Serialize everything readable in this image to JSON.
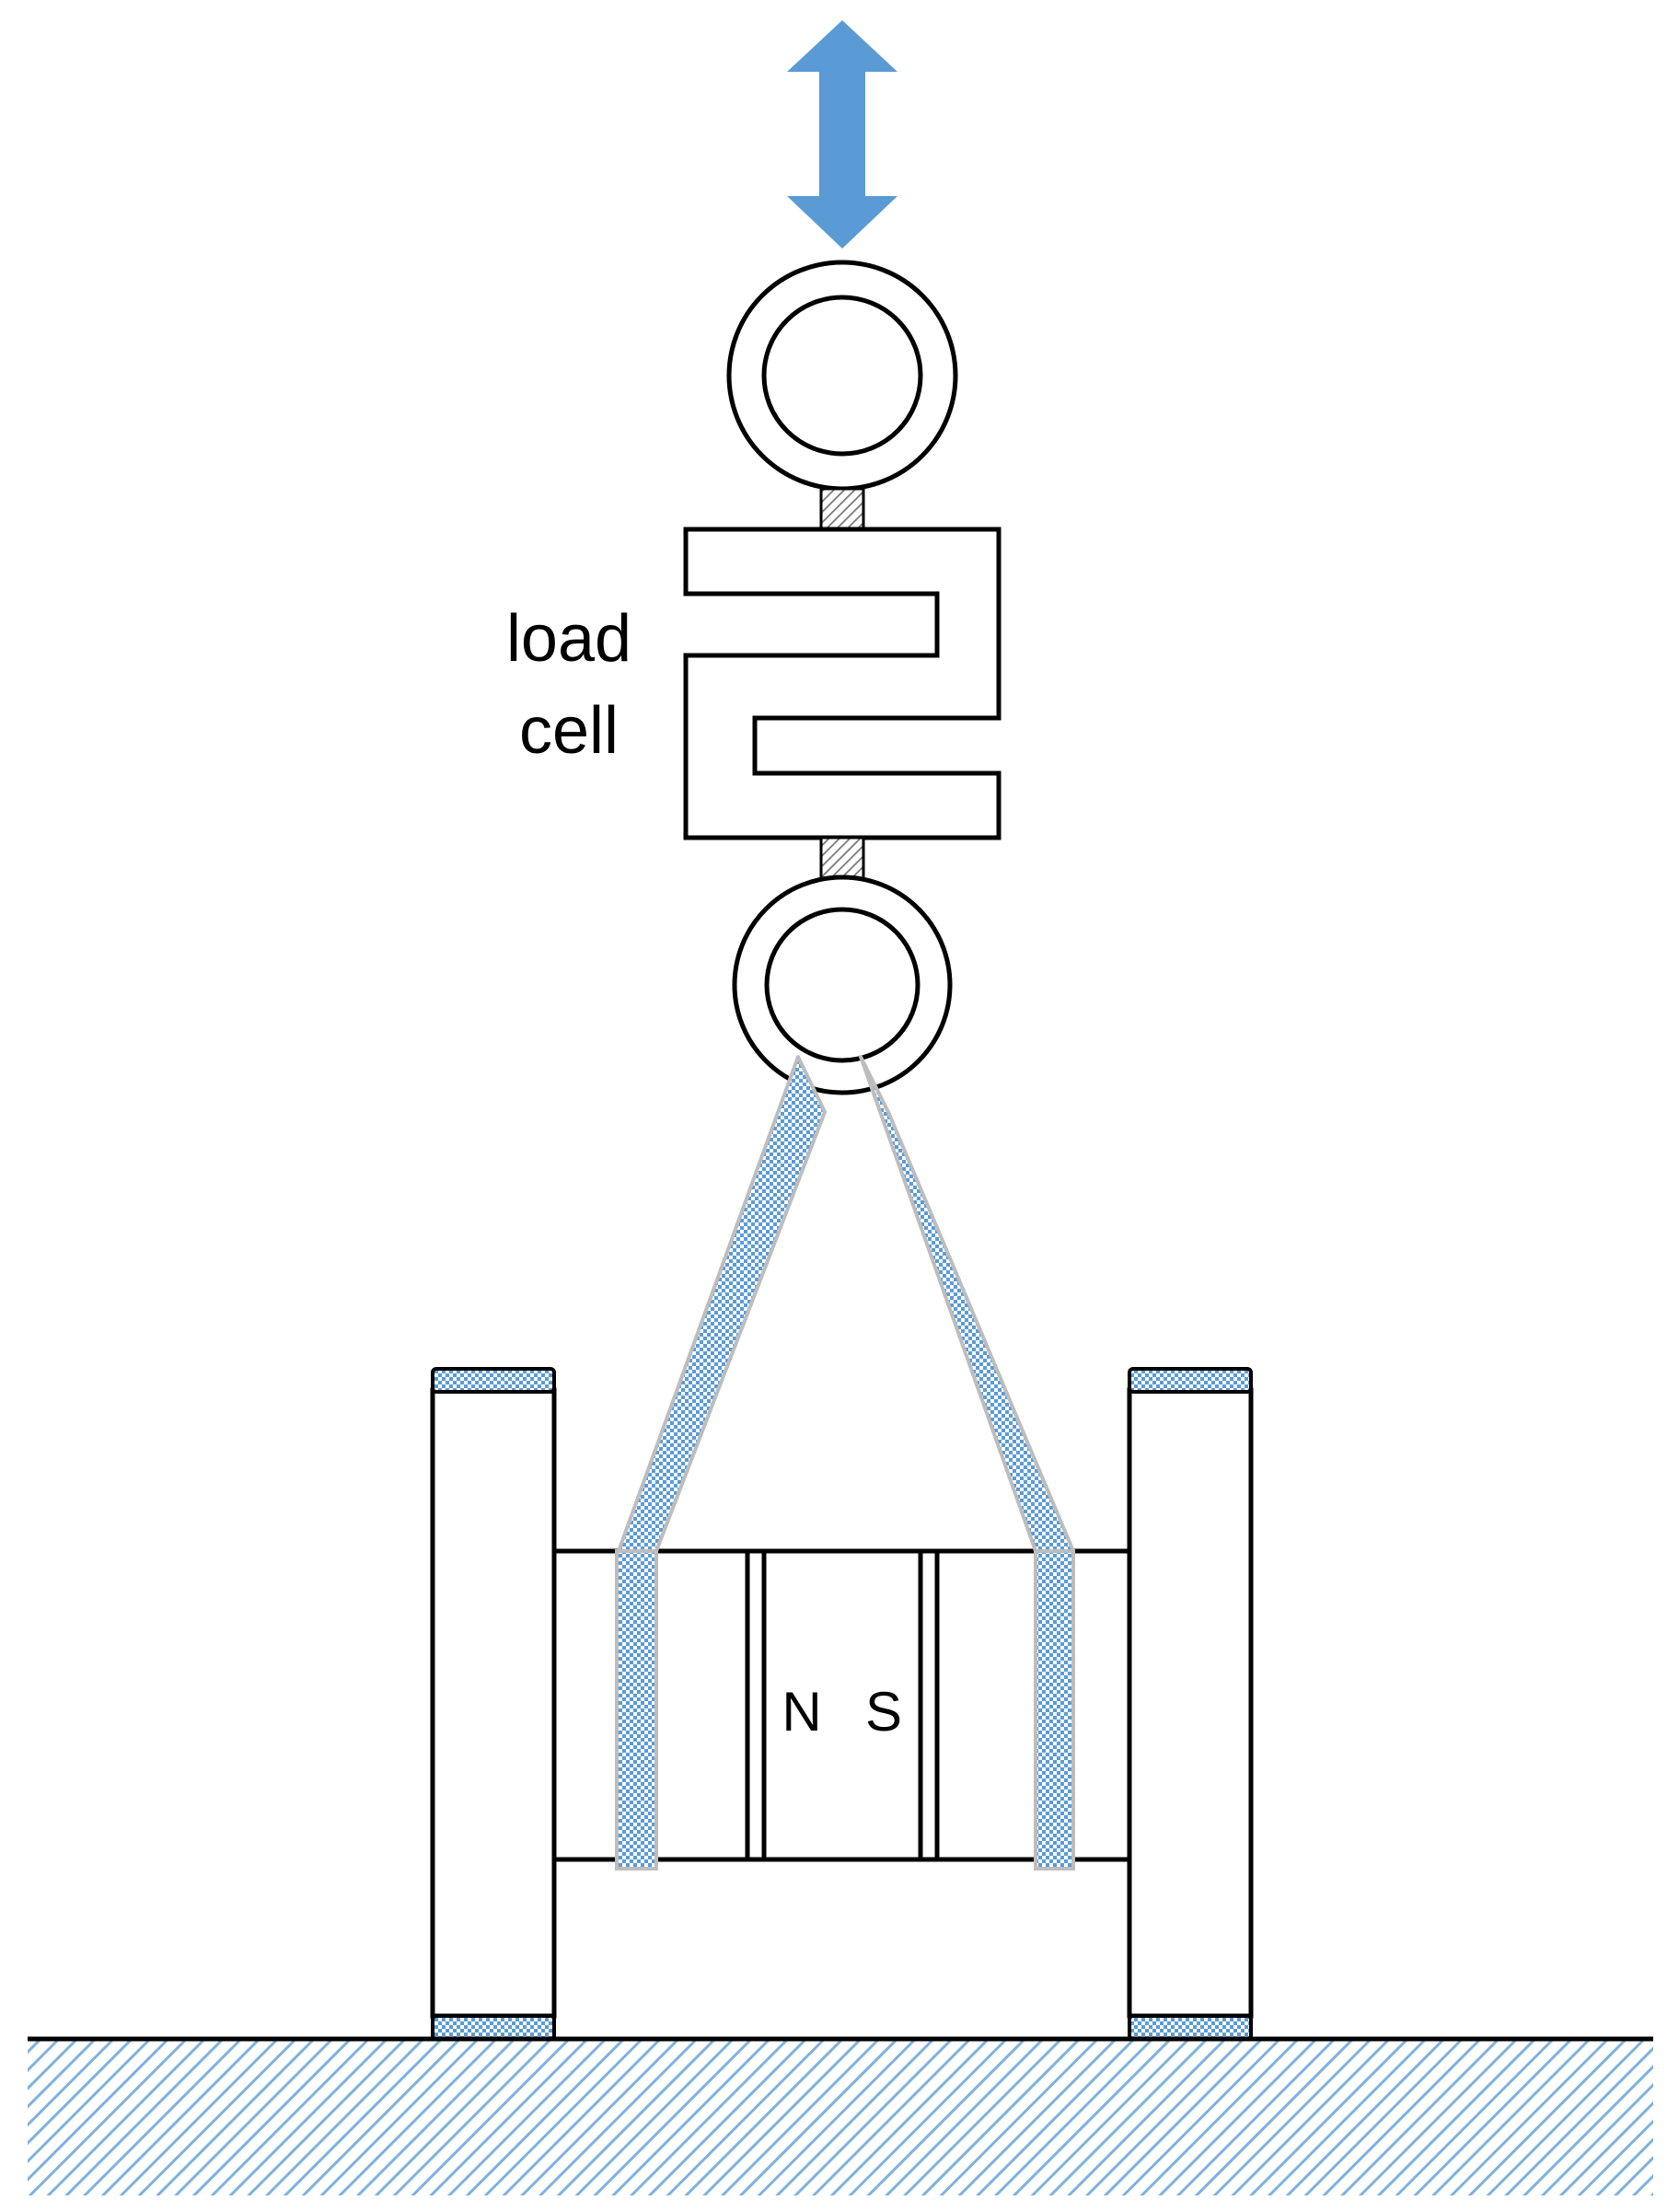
{
  "labels": {
    "load_cell_line1": "load",
    "load_cell_line2": "cell",
    "pole_north": "N",
    "pole_south": "S"
  },
  "icons": {
    "motion_arrow": "double-headed-vertical-arrow-icon"
  },
  "colors": {
    "stroke": "#000000",
    "arrow": "#5b9bd5",
    "strap_fill": "#5b9bd5",
    "strap_edge": "#bdbdbd",
    "ground_hatch": "#7fb2dd",
    "shaft_hatch": "#777777",
    "background": "#ffffff"
  }
}
